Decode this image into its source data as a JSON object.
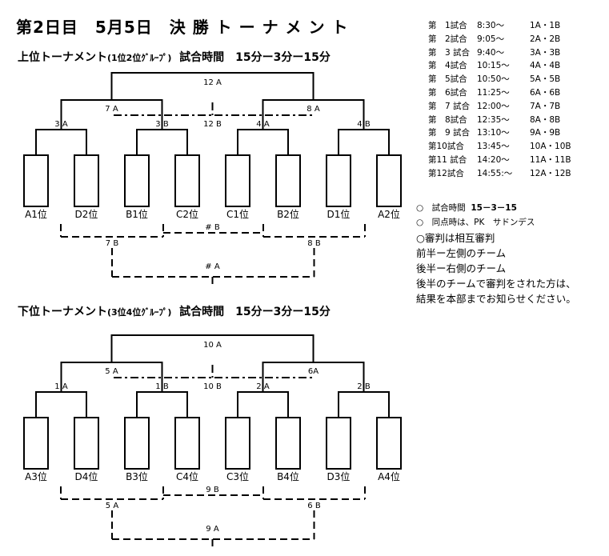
{
  "title": "第2日目　5月5日　決 勝 ト ー ナ メ ン ト",
  "upper": {
    "heading_main": "上位トーナメント",
    "heading_group": "(1位2位ｸﾞﾙｰﾌﾟ)",
    "heading_time": "試合時間　15分ー3分ー15分",
    "teams": [
      "A1位",
      "D2位",
      "B1位",
      "C2位",
      "C1位",
      "B2位",
      "D1位",
      "A2位"
    ],
    "r1": [
      "3 A",
      "3 B",
      "4 A",
      "4 B"
    ],
    "r2": [
      "7 A",
      "8 A"
    ],
    "final": "12 A",
    "third": "12 B",
    "loser_r2": [
      "7 B",
      "8 B"
    ],
    "loser_final": "# A",
    "loser_third": "# B"
  },
  "lower": {
    "heading_main": "下位トーナメント",
    "heading_group": "(3位4位ｸﾞﾙｰﾌﾟ)",
    "heading_time": "試合時間　15分ー3分ー15分",
    "teams": [
      "A3位",
      "D4位",
      "B3位",
      "C4位",
      "C3位",
      "B4位",
      "D3位",
      "A4位"
    ],
    "r1": [
      "1 A",
      "1 B",
      "2 A",
      "2 B"
    ],
    "r2": [
      "5 A",
      "6A"
    ],
    "final": "10 A",
    "third": "10 B",
    "loser_r2": [
      "5 A",
      "6 B"
    ],
    "loser_final": "9 A",
    "loser_third": "9 B"
  },
  "schedule": [
    {
      "match": "第　1試合",
      "time": "8:30～",
      "teams": "1A・1B"
    },
    {
      "match": "第　2試合",
      "time": "9:05～",
      "teams": "2A・2B"
    },
    {
      "match": "第　3 試合",
      "time": "9:40～",
      "teams": "3A・3B"
    },
    {
      "match": "第　4試合",
      "time": "10:15～",
      "teams": "4A・4B"
    },
    {
      "match": "第　5試合",
      "time": "10:50～",
      "teams": "5A・5B"
    },
    {
      "match": "第　6試合",
      "time": "11:25～",
      "teams": "6A・6B"
    },
    {
      "match": "第　7 試合",
      "time": "12:00～",
      "teams": "7A・7B"
    },
    {
      "match": "第　8試合",
      "time": "12:35～",
      "teams": "8A・8B"
    },
    {
      "match": "第　9 試合",
      "time": "13:10～",
      "teams": "9A・9B"
    },
    {
      "match": "第10試合",
      "time": "13:45～",
      "teams": "10A・10B"
    },
    {
      "match": "第11 試合",
      "time": "14:20～",
      "teams": "11A・11B"
    },
    {
      "match": "第12試合",
      "time": "14:55:～",
      "teams": "12A・12B"
    }
  ],
  "notes": {
    "match_time_label": "○　試合時間",
    "match_time_value": "15－3－15",
    "tie_rule": "○　同点時は、PK　サドンデス",
    "referee_title": "○審判は相互審判",
    "referee_lines": [
      "前半ー左側のチーム",
      "後半ー右側のチーム",
      "後半のチームで審判をされた方は、",
      "結果を本部までお知らせください。"
    ]
  }
}
